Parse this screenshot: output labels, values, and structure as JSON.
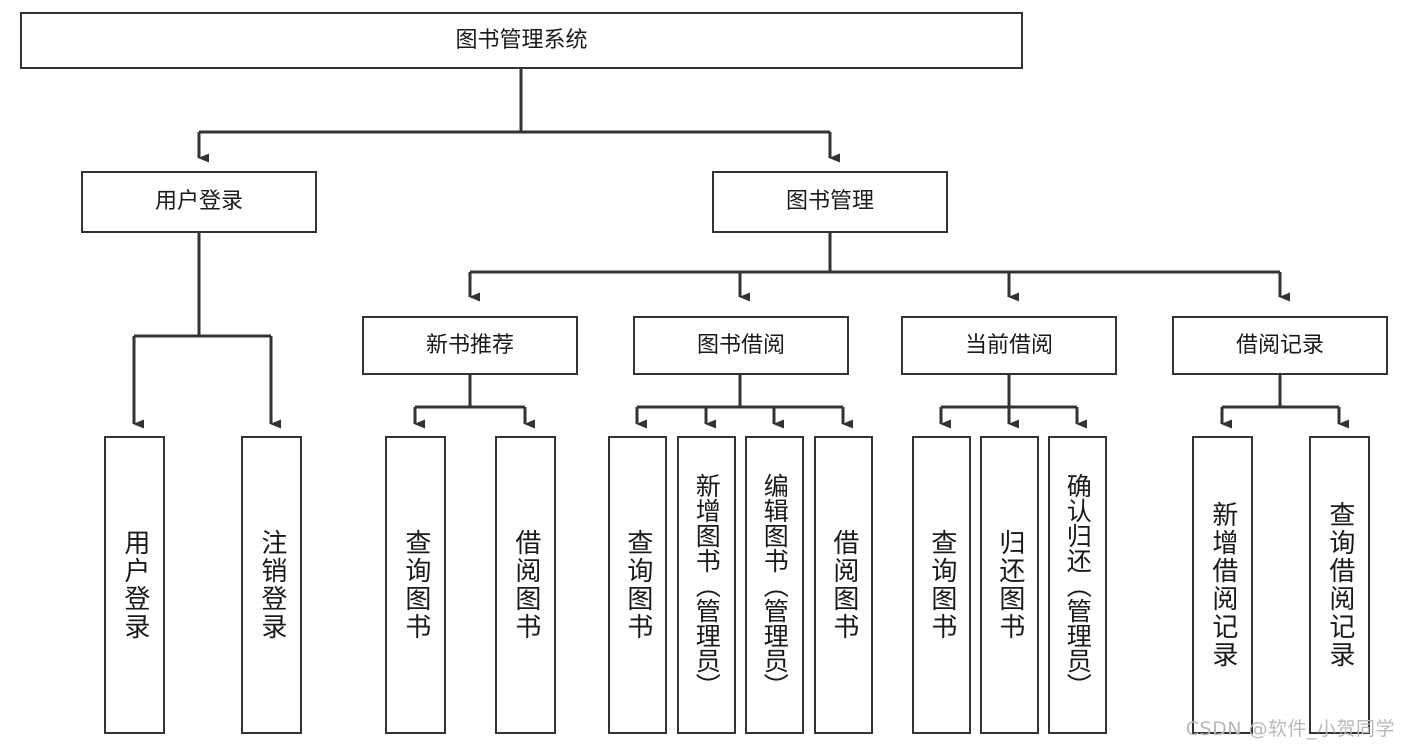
{
  "diagram": {
    "title": "图书管理系统",
    "type": "tree-hierarchy-diagram",
    "watermark": "CSDN @软件_小贺同学",
    "colors": {
      "border": "#333333",
      "background": "#ffffff",
      "text": "#1a1a1a",
      "watermark": "#b9b9b9"
    },
    "levels": {
      "root": {
        "label": "图书管理系统"
      },
      "level2": [
        {
          "label": "用户登录"
        },
        {
          "label": "图书管理"
        }
      ],
      "level3": [
        {
          "label": "新书推荐"
        },
        {
          "label": "图书借阅"
        },
        {
          "label": "当前借阅"
        },
        {
          "label": "借阅记录"
        }
      ],
      "leaves_user_login": [
        {
          "label": "用户登录"
        },
        {
          "label": "注销登录"
        }
      ],
      "leaves_new_book": [
        {
          "label": "查询图书"
        },
        {
          "label": "借阅图书"
        }
      ],
      "leaves_borrow": [
        {
          "label": "查询图书"
        },
        {
          "label": "新增图书（管理员）"
        },
        {
          "label": "编辑图书（管理员）"
        },
        {
          "label": "借阅图书"
        }
      ],
      "leaves_current": [
        {
          "label": "查询图书"
        },
        {
          "label": "归还图书"
        },
        {
          "label": "确认归还（管理员）"
        }
      ],
      "leaves_records": [
        {
          "label": "新增借阅记录"
        },
        {
          "label": "查询借阅记录"
        }
      ]
    }
  }
}
